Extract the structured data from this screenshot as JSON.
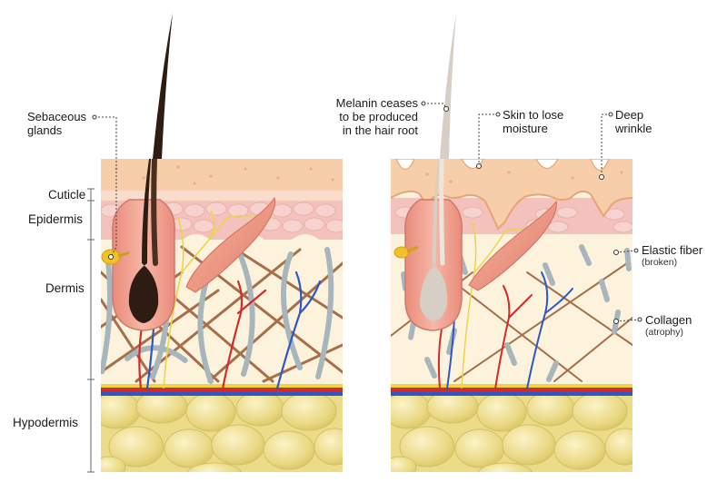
{
  "diagram": {
    "layer_labels": {
      "cuticle": "Cuticle",
      "epidermis": "Epidermis",
      "dermis": "Dermis",
      "hypodermis": "Hypodermis"
    },
    "callouts": {
      "sebaceous_glands": [
        "Sebaceous",
        "glands"
      ],
      "melanin": [
        "Melanin ceases",
        "to be produced",
        "in the hair root"
      ],
      "skin_moisture": [
        "Skin to lose",
        "moisture"
      ],
      "deep_wrinkle": [
        "Deep",
        "wrinkle"
      ],
      "elastic_fiber": {
        "name": "Elastic fiber",
        "note": "(broken)"
      },
      "collagen": {
        "name": "Collagen",
        "note": "(atrophy)"
      }
    },
    "colors": {
      "stratum_corneum": "#f7ceaa",
      "epidermis": "#f3c2bd",
      "dermis": "#fdf3dc",
      "hypodermis": "#ecdc8a",
      "young_hair": "#2e1c12",
      "old_hair": "#d7cfc6",
      "collagen": "#a86e4a",
      "elastic_fiber": "#a7b5bd",
      "artery": "#d42a2a",
      "vein": "#2c57c8",
      "nerve": "#ecd545",
      "muscle": "#ef9b86"
    }
  }
}
